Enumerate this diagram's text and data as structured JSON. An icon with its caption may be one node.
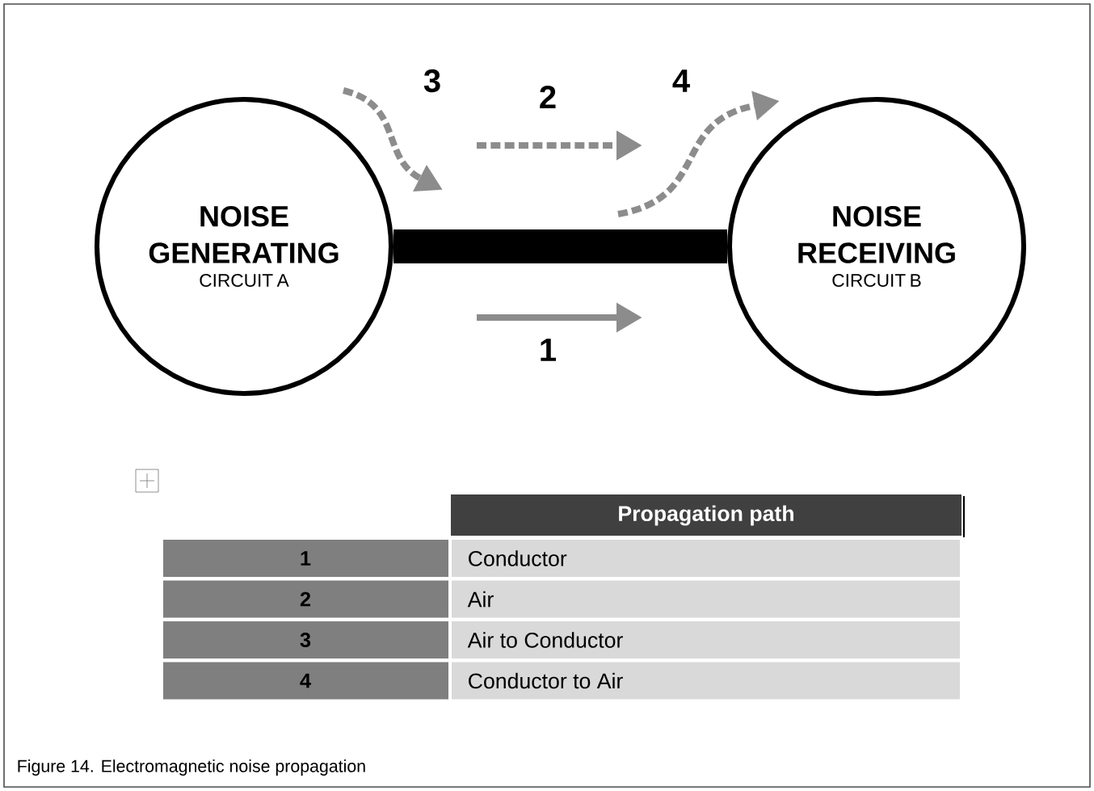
{
  "diagram": {
    "caption": "Figure 14.  Electromagnetic noise propagation",
    "nodes": [
      {
        "text": [
          "NOISE GENERATING",
          "CIRCUIT A"
        ]
      },
      {
        "text": [
          "NOISE RECEIVING",
          "CIRCUIT B"
        ]
      }
    ],
    "edges": [
      {
        "from": 0,
        "to": 1,
        "arrow": "none"
      }
    ],
    "labels": [
      "3",
      "2",
      "4",
      "1",
      "Propagation path",
      "1",
      "Conductor",
      "2",
      "Air",
      "3",
      "Air to Conductor",
      "4",
      "Conductor to Air"
    ]
  }
}
